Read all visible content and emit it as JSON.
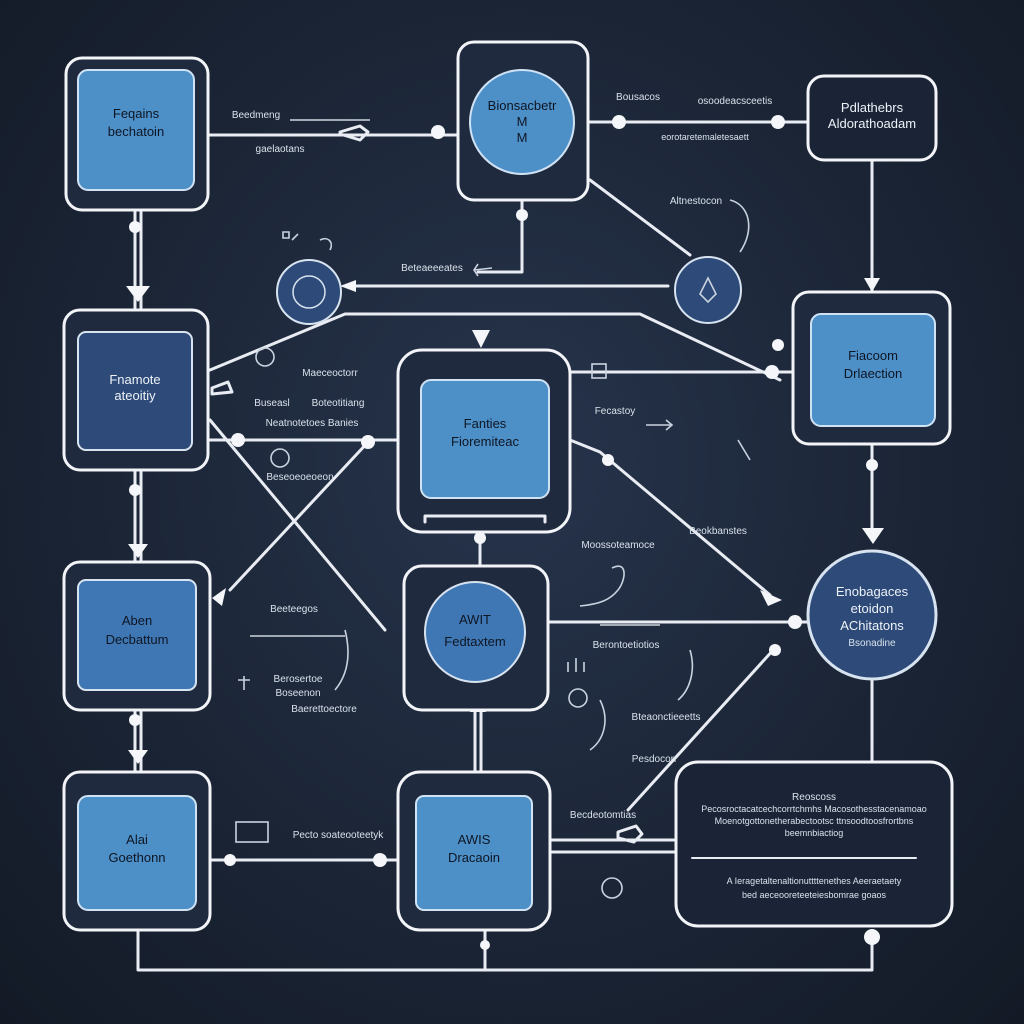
{
  "nodes": {
    "top_left": [
      "Feqains",
      "bechatoin"
    ],
    "top_center": [
      "Bionsacbetr",
      "M",
      "M"
    ],
    "top_right": [
      "Pdlathebrs",
      "Aldorathoadam"
    ],
    "mid_right": [
      "Fiacoom",
      "Drlaection"
    ],
    "left_second": [
      "Fnamote",
      "ateoitiy"
    ],
    "center": [
      "Fanties",
      "Fioremiteac"
    ],
    "left_third": [
      "Aben",
      "Decbattum"
    ],
    "center_circle": [
      "AWIT",
      "Fedtaxtem"
    ],
    "right_circle": [
      "Enobagaces",
      "etoidon",
      "AChitatons",
      "Bsonadine"
    ],
    "bottom_left": [
      "Alai",
      "Goethonn"
    ],
    "bottom_center": [
      "AWIS",
      "Dracaoin"
    ],
    "bottom_right_panel": [
      "Reoscoss",
      "Pecosroctacatcechcorrtchmhs Macosothesstacenamoao",
      "Moenotgottonetherabectootsc ttnsoodtoosfrortbns",
      "beemnbiactiog",
      "A Ieragetaltenaltionuttttenethes Aeeraetaety",
      "bed aeceooreteeteiesbomrae goaos"
    ]
  },
  "annotations": [
    "Beedmeng",
    "gaelaotans",
    "Bousacos",
    "osoodeacsceetis",
    "eorotaretemaletesaett",
    "Altnestocon",
    "Beteaeeeates",
    "Maeceoctorr",
    "Buseasl",
    "Boteotitiang",
    "Neatnotetoes Banies",
    "Beseoeoeoeon",
    "Moossoteamoce",
    "Beeteegos",
    "Berosertoe",
    "Boseenon",
    "Baerettoectore",
    "Fecastoy",
    "Beokbanstes",
    "Berontoetiotios",
    "Pecto soateooteetyk",
    "Pesdocon",
    "Bteaonctieeetts",
    "Becdeotomtias"
  ],
  "colors": {
    "background": "#1b2536",
    "node_blue": "#4d8fc7",
    "node_navy": "#2d4a78",
    "line": "#e9edf3"
  }
}
